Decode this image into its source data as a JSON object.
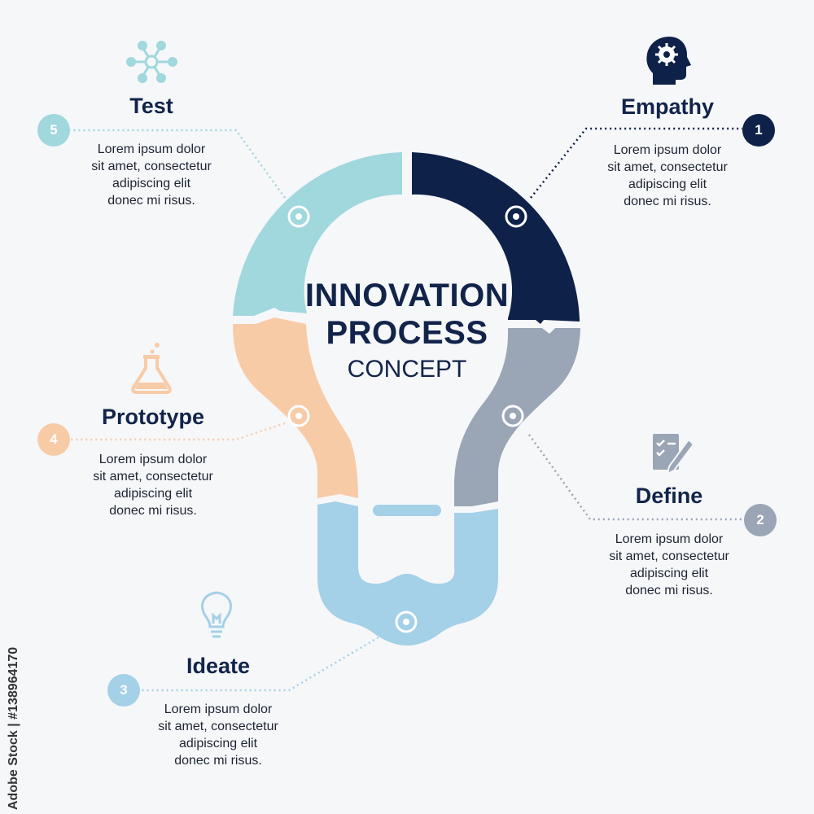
{
  "colors": {
    "empathy": "#0e2149",
    "define": "#9aa5b6",
    "ideate": "#a4d0e8",
    "prototype": "#f8cba7",
    "test": "#a0d8de",
    "text_dark": "#12244a",
    "background": "#f6f7f9"
  },
  "title": {
    "line1": "INNOVATION",
    "line2": "PROCESS",
    "subtitle": "CONCEPT"
  },
  "steps": [
    {
      "number": "1",
      "title": "Empathy",
      "icon": "head-gear-icon",
      "body": [
        "Lorem ipsum dolor",
        "sit amet, consectetur",
        "adipiscing elit",
        "donec mi risus."
      ]
    },
    {
      "number": "2",
      "title": "Define",
      "icon": "checklist-pen-icon",
      "body": [
        "Lorem ipsum dolor",
        "sit amet, consectetur",
        "adipiscing elit",
        "donec mi risus."
      ]
    },
    {
      "number": "3",
      "title": "Ideate",
      "icon": "lightbulb-icon",
      "body": [
        "Lorem ipsum dolor",
        "sit amet, consectetur",
        "adipiscing elit",
        "donec mi risus."
      ]
    },
    {
      "number": "4",
      "title": "Prototype",
      "icon": "flask-icon",
      "body": [
        "Lorem ipsum dolor",
        "sit amet, consectetur",
        "adipiscing elit",
        "donec mi risus."
      ]
    },
    {
      "number": "5",
      "title": "Test",
      "icon": "network-icon",
      "body": [
        "Lorem ipsum dolor",
        "sit amet, consectetur",
        "adipiscing elit",
        "donec mi risus."
      ]
    }
  ],
  "watermark": "Adobe Stock | #138964170"
}
